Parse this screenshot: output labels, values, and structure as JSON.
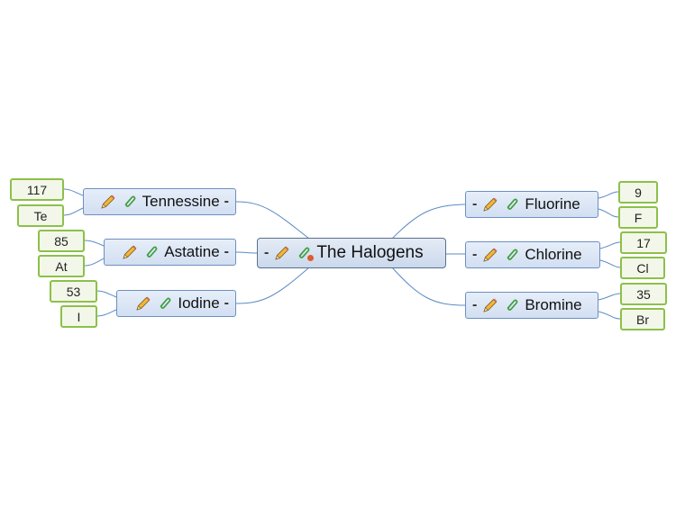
{
  "central": {
    "label": "The Halogens",
    "collapse": "-"
  },
  "icons": {
    "note": "pencil-icon",
    "attachment": "paperclip-icon",
    "link_marker": "red-dot-icon"
  },
  "colors": {
    "topic_border": "#6d8fc0",
    "leaf_border": "#8cc04a",
    "link_line": "#5b8bc4"
  },
  "topics": [
    {
      "name": "Fluorine",
      "collapse": "-",
      "number": "9",
      "symbol": "F"
    },
    {
      "name": "Chlorine",
      "collapse": "-",
      "number": "17",
      "symbol": "Cl"
    },
    {
      "name": "Bromine",
      "collapse": "-",
      "number": "35",
      "symbol": "Br"
    },
    {
      "name": "Tennessine",
      "collapse": "-",
      "number": "117",
      "symbol": "Te"
    },
    {
      "name": "Astatine",
      "collapse": "-",
      "number": "85",
      "symbol": "At"
    },
    {
      "name": "Iodine",
      "collapse": "-",
      "number": "53",
      "symbol": "I"
    }
  ]
}
